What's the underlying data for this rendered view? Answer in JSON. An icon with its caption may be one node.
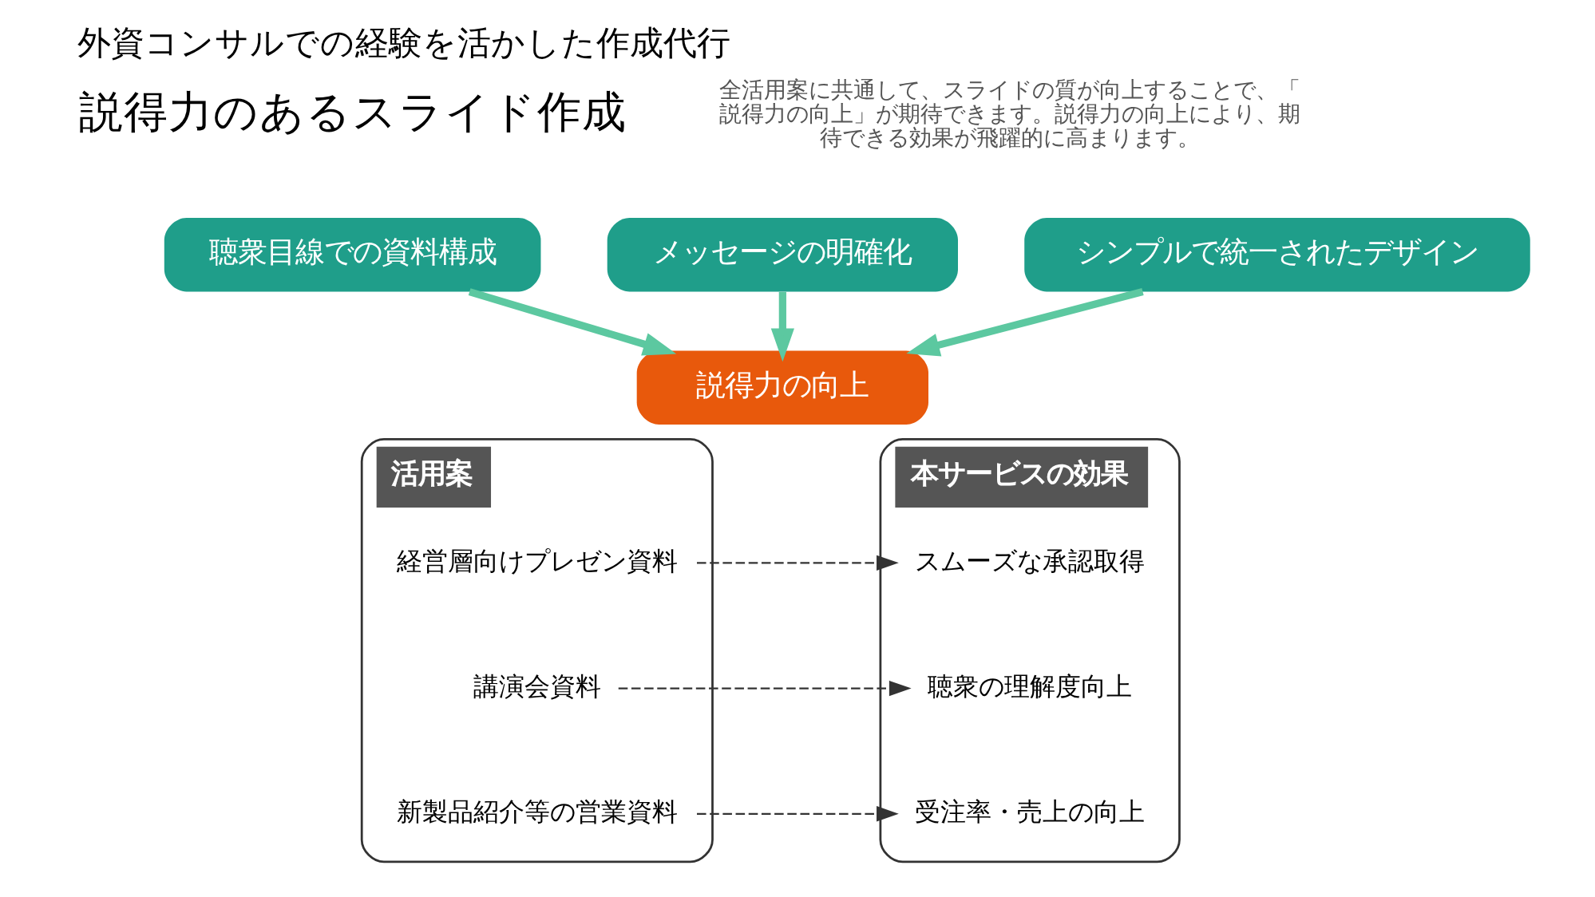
{
  "diagram": {
    "title": "外資コンサルでの経験を活かした作成代行",
    "nodes": [
      {
        "text": [
          "聴衆目線での資料構成"
        ]
      },
      {
        "text": [
          "メッセージの明確化"
        ]
      },
      {
        "text": [
          "シンプルで統一されたデザイン"
        ]
      },
      {
        "text": [
          "説得力の向上"
        ]
      },
      {
        "text": [
          "活用案"
        ]
      },
      {
        "text": [
          "経営層向けプレゼン資料"
        ],
        "in": 4
      },
      {
        "text": [
          "講演会資料"
        ],
        "in": 4
      },
      {
        "text": [
          "新製品紹介等の営業資料"
        ],
        "in": 4
      },
      {
        "text": [
          "本サービスの効果"
        ]
      },
      {
        "text": [
          "スムーズな承認取得"
        ],
        "in": 8
      },
      {
        "text": [
          "聴衆の理解度向上"
        ],
        "in": 8
      },
      {
        "text": [
          "受注率・売上の向上"
        ],
        "in": 8
      }
    ],
    "edges": [
      {
        "from": 0,
        "to": 3,
        "arrow": "to",
        "style": "thick",
        "color": "#5cc8a0"
      },
      {
        "from": 1,
        "to": 3,
        "arrow": "to",
        "style": "thick",
        "color": "#5cc8a0"
      },
      {
        "from": 2,
        "to": 3,
        "arrow": "to",
        "style": "thick",
        "color": "#5cc8a0"
      },
      {
        "from": 5,
        "to": 9,
        "arrow": "to",
        "style": "dashed",
        "color": "#333333"
      },
      {
        "from": 6,
        "to": 10,
        "arrow": "to",
        "style": "dashed",
        "color": "#333333"
      },
      {
        "from": 7,
        "to": 11,
        "arrow": "to",
        "style": "dashed",
        "color": "#333333"
      }
    ],
    "labels": [
      "説得力のあるスライド作成",
      "全活用案に共通して、スライドの質が向上することで、「説得力の向上」が期待できます。説得力の向上により、期待できる効果が飛躍的に高まります。"
    ]
  }
}
